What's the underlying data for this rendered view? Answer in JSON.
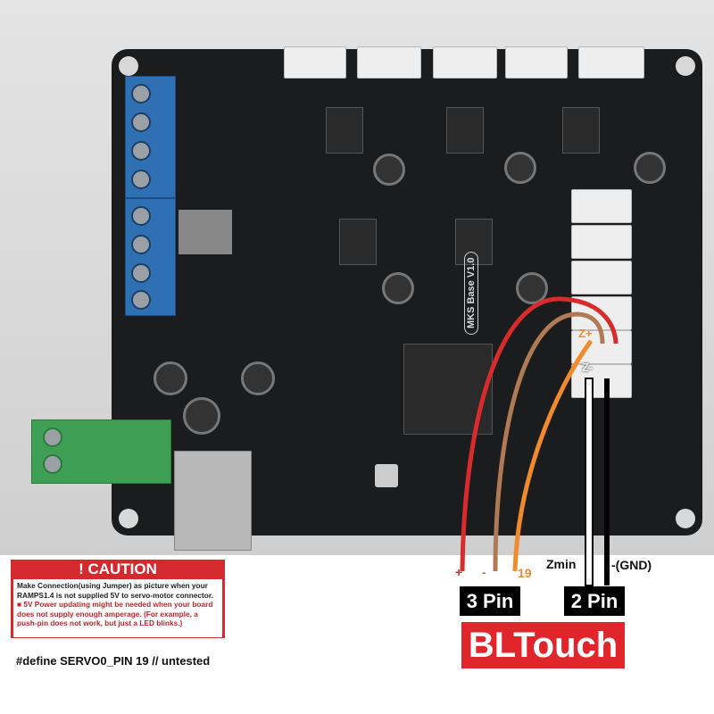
{
  "board": {
    "model_label": "MKS Base V1.0"
  },
  "caution": {
    "title": "! CAUTION",
    "text": "Make Connection(using Jumper) as picture when your RAMPS1.4 is not supplied 5V to servo-motor connector.",
    "note": "5V Power updating might be needed when your board does not supply enough amperage. (For example, a push-pin does not work, but just a LED blinks.)"
  },
  "code_line": "#define SERVO0_PIN 19 // untested",
  "connector_labels": {
    "z_plus": "Z+",
    "z_minus": "Z-"
  },
  "wire_labels": {
    "plus": "+",
    "minus": "-",
    "signal": "19",
    "zmin": "Zmin",
    "gnd": "-(GND)"
  },
  "pins": {
    "three": "3 Pin",
    "two": "2 Pin"
  },
  "brand": "BLTouch",
  "colors": {
    "red_wire": "#d92b2b",
    "brown_wire": "#b07a55",
    "orange_wire": "#f08a2a",
    "brand_red": "#e0252b"
  }
}
